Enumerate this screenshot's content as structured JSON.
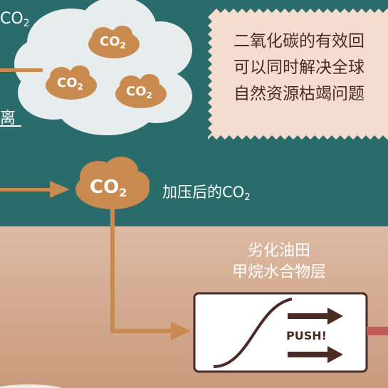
{
  "top_left_label": {
    "main": "CO",
    "sub": "2"
  },
  "cloud_co2_labels": [
    {
      "main": "CO",
      "sub": "2"
    },
    {
      "main": "CO",
      "sub": "2"
    },
    {
      "main": "CO",
      "sub": "2"
    }
  ],
  "separation_char": "离",
  "info_box": {
    "lines": [
      "二氧化碳的有效回",
      "可以同时解决全球",
      "自然资源枯竭问题"
    ]
  },
  "compressed_bubble": {
    "main": "CO",
    "sub": "2"
  },
  "compressed_label": {
    "text": "加压后的CO",
    "sub": "2"
  },
  "reservoir_labels": [
    "劣化油田",
    "甲烷水合物层"
  ],
  "push_label": "PUSH!",
  "colors": {
    "teal_background": "#2a6b6b",
    "earth_top": "#d9b49a",
    "earth_bottom": "#c89a7c",
    "bubble_fill": "#c98a4f",
    "cloud_fill": "#e7ecec",
    "info_box_fill": "#f4ddcf",
    "arrow_orange": "#c98a4f",
    "pipe_red": "#c05858",
    "dark_brown": "#4a2a25"
  }
}
